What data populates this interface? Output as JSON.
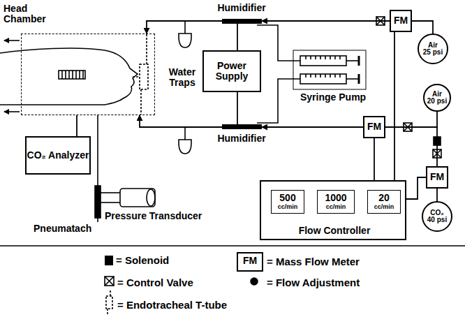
{
  "diagram": {
    "nodes": [
      {
        "text": [
          "Head Chamber"
        ]
      },
      {
        "text": [
          "Humidifier"
        ]
      },
      {
        "text": [
          "Power Supply"
        ]
      },
      {
        "text": [
          "Humidifier"
        ]
      },
      {
        "text": [
          "FM"
        ]
      },
      {
        "text": [
          "Air",
          "25 psi"
        ]
      },
      {
        "text": [
          "FM"
        ]
      },
      {
        "text": [
          "Air",
          "20 psi"
        ]
      },
      {
        "text": [
          "FM"
        ]
      },
      {
        "text": [
          "CO₂",
          "40 psi"
        ]
      },
      {
        "text": [
          "CO₂ Analyzer"
        ]
      },
      {
        "text": [
          "Flow Controller"
        ]
      },
      {
        "text": [
          "500",
          "cc/min"
        ],
        "in": 11
      },
      {
        "text": [
          "1000",
          "cc/min"
        ],
        "in": 11
      },
      {
        "text": [
          "20",
          "cc/min"
        ],
        "in": 11
      }
    ],
    "edges": [
      {
        "from": 5,
        "to": 4,
        "arrow": "none"
      },
      {
        "from": 4,
        "to": 1,
        "arrow": "to"
      },
      {
        "from": 1,
        "to": 0,
        "arrow": "to"
      },
      {
        "from": 7,
        "to": 6,
        "arrow": "none"
      },
      {
        "from": 9,
        "to": 8,
        "arrow": "none"
      },
      {
        "from": 8,
        "to": 6,
        "arrow": "none"
      },
      {
        "from": 6,
        "to": 3,
        "arrow": "to"
      },
      {
        "from": 3,
        "to": 0,
        "arrow": "to"
      },
      {
        "from": 2,
        "to": 1,
        "arrow": "none"
      },
      {
        "from": 2,
        "to": 3,
        "arrow": "none"
      },
      {
        "from": 11,
        "to": 4,
        "arrow": "none"
      },
      {
        "from": 11,
        "to": 6,
        "arrow": "none"
      },
      {
        "from": 11,
        "to": 8,
        "arrow": "none"
      },
      {
        "from": 10,
        "to": 0,
        "arrow": "none"
      }
    ],
    "labels": [
      "Water Traps",
      "Syringe Pump",
      "Pneumatach",
      "Pressure Transducer",
      "FM"
    ],
    "legend": [
      {
        "text": "= Solenoid",
        "color": "#000000"
      },
      {
        "text": "= Mass Flow Meter"
      },
      {
        "text": "= Control Valve"
      },
      {
        "text": "= Flow Adjustment"
      },
      {
        "text": "= Endotracheal T-tube"
      }
    ]
  }
}
